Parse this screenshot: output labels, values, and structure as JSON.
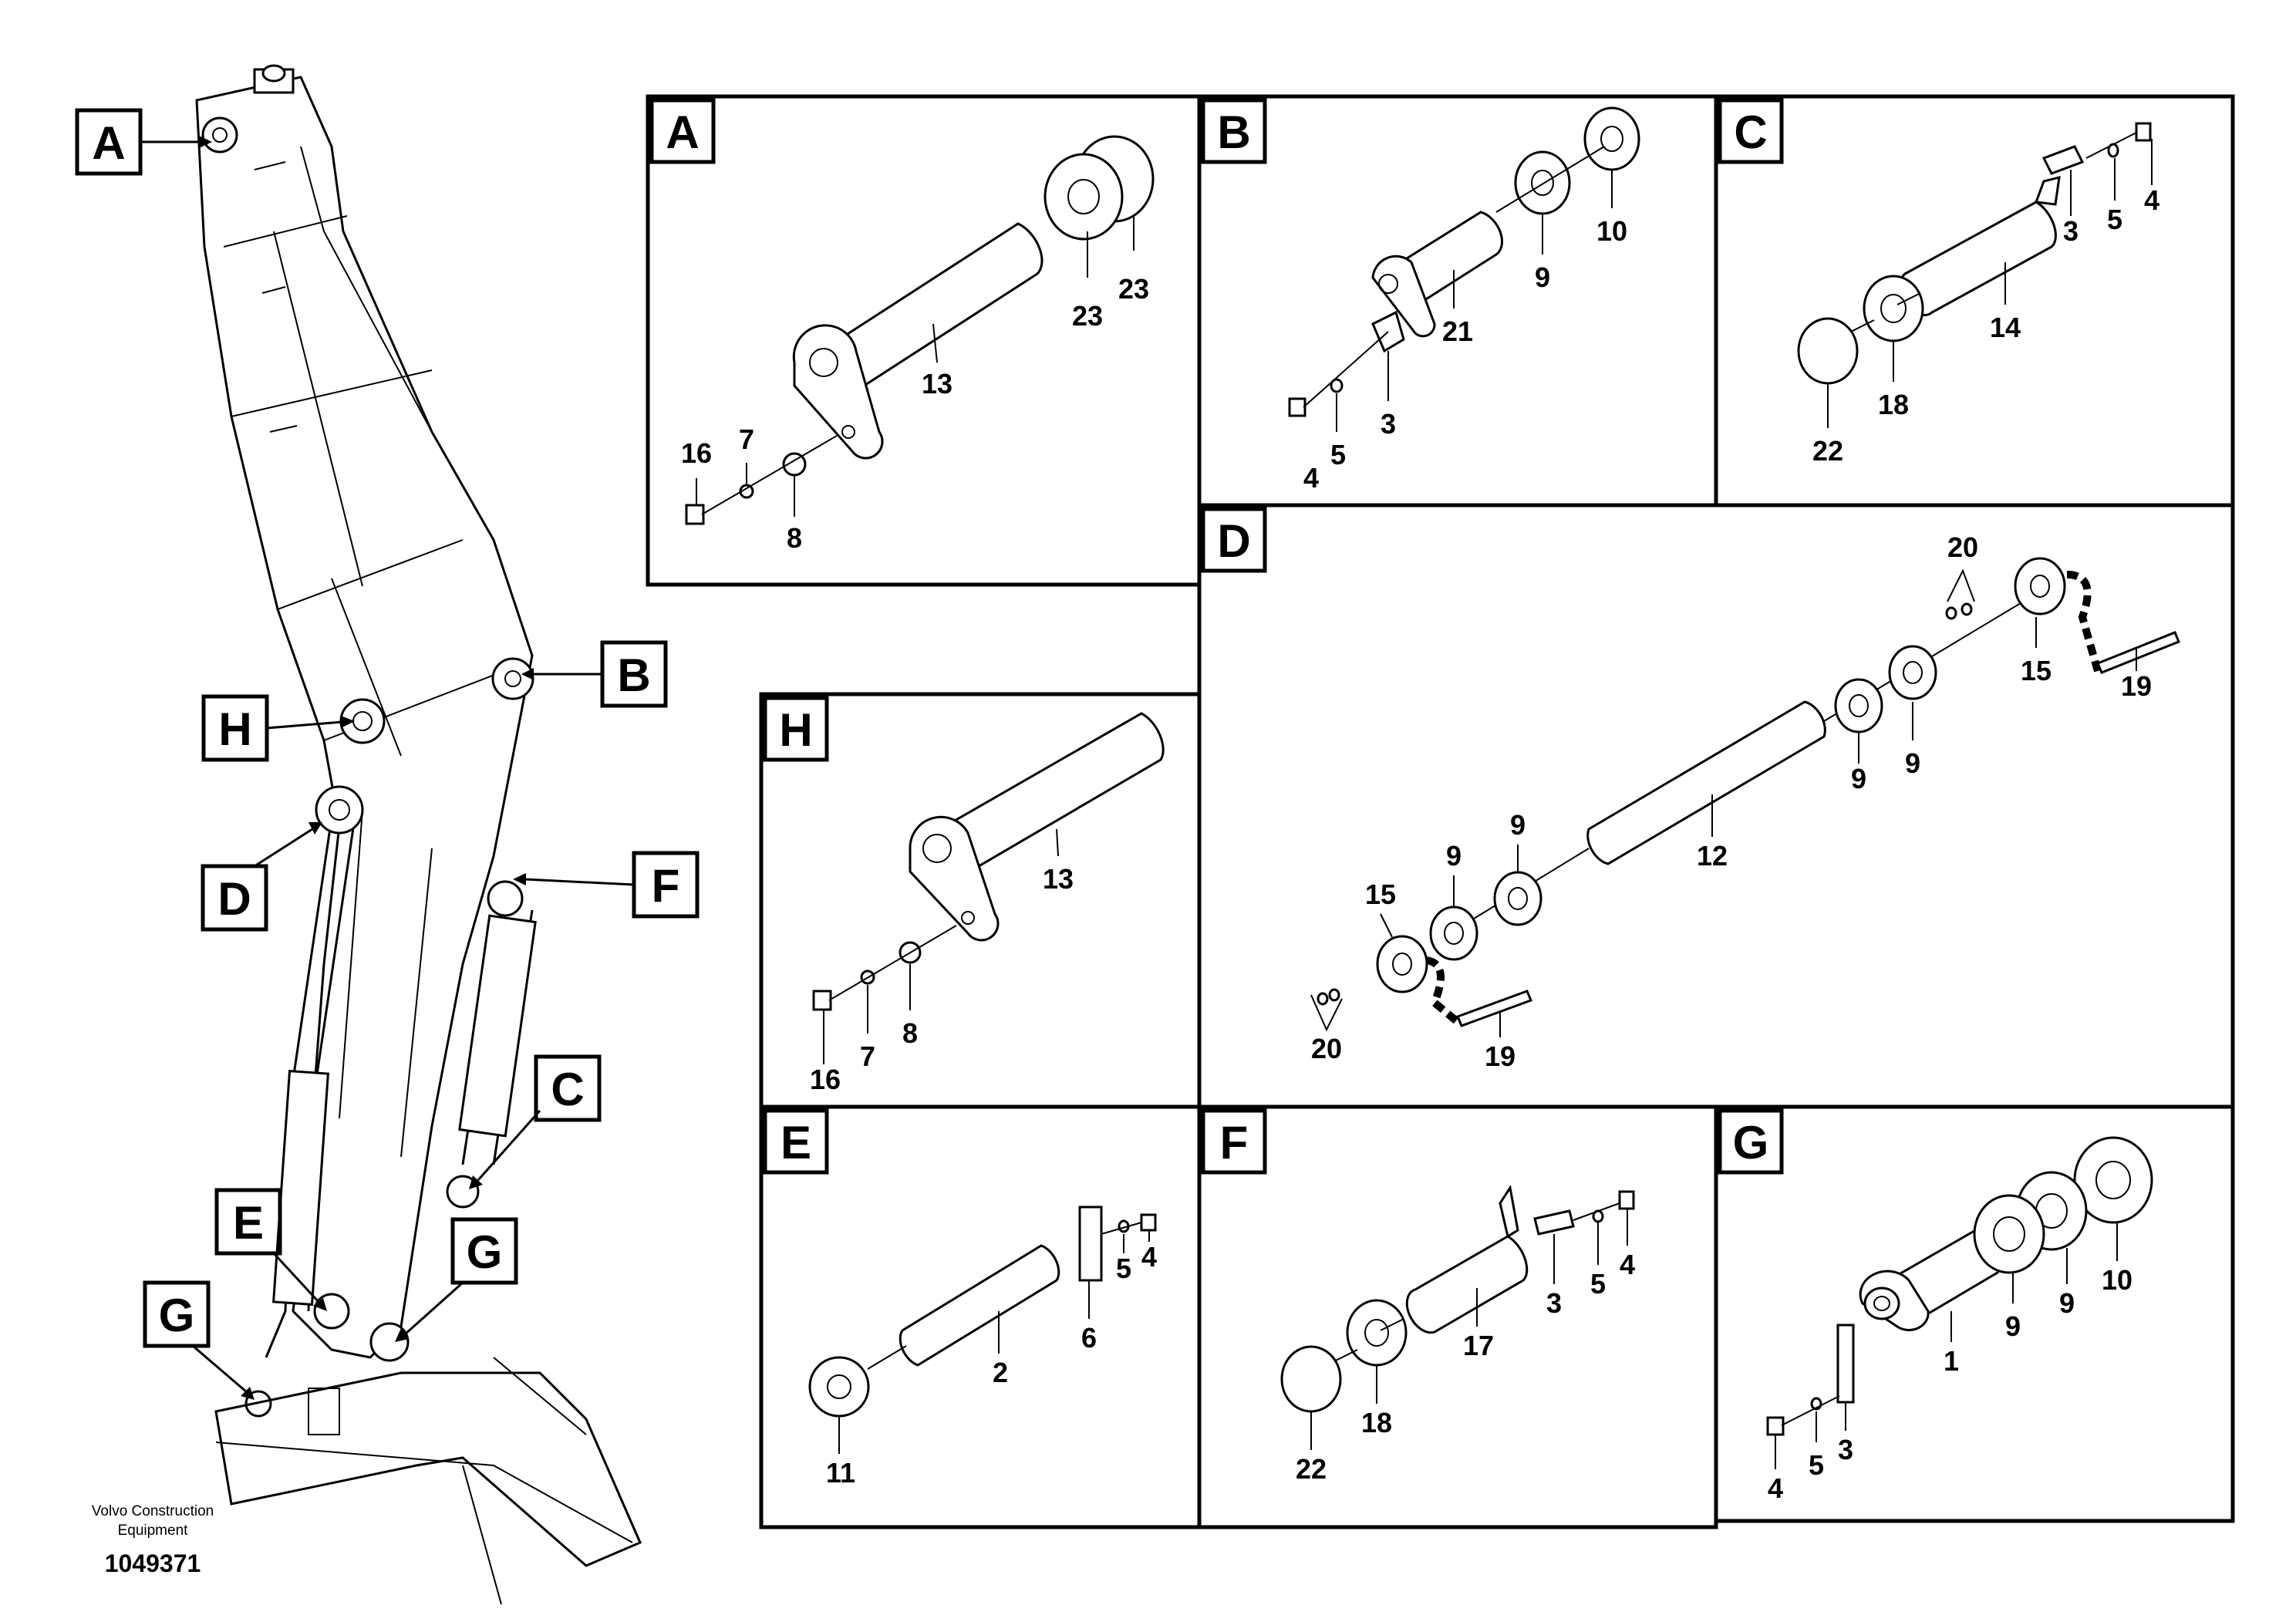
{
  "footer": {
    "brand_line1": "Volvo Construction",
    "brand_line2": "Equipment",
    "doc_number": "1049371"
  },
  "overview_callouts": [
    "A",
    "B",
    "H",
    "D",
    "F",
    "C",
    "E",
    "G",
    "G"
  ],
  "panels": {
    "A": {
      "letter": "A",
      "labels": [
        "23",
        "23",
        "13",
        "16",
        "7",
        "8"
      ]
    },
    "B": {
      "letter": "B",
      "labels": [
        "10",
        "9",
        "21",
        "3",
        "4",
        "5"
      ]
    },
    "C": {
      "letter": "C",
      "labels": [
        "4",
        "5",
        "3",
        "14",
        "18",
        "22"
      ]
    },
    "D": {
      "letter": "D",
      "labels": [
        "20",
        "15",
        "19",
        "9",
        "9",
        "12",
        "9",
        "9",
        "15",
        "20",
        "19"
      ]
    },
    "H": {
      "letter": "H",
      "labels": [
        "13",
        "16",
        "7",
        "8"
      ]
    },
    "E": {
      "letter": "E",
      "labels": [
        "4",
        "5",
        "6",
        "2",
        "11"
      ]
    },
    "F": {
      "letter": "F",
      "labels": [
        "4",
        "5",
        "3",
        "17",
        "18",
        "22"
      ]
    },
    "G": {
      "letter": "G",
      "labels": [
        "10",
        "9",
        "9",
        "1",
        "3",
        "4",
        "5"
      ]
    }
  }
}
